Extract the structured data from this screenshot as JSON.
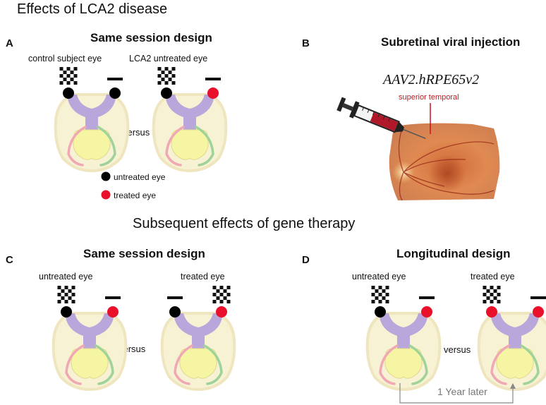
{
  "titles": {
    "top": "Effects of LCA2 disease",
    "middle": "Subsequent effects of gene therapy"
  },
  "panels": {
    "a": {
      "letter": "A",
      "title": "Same session design",
      "left_label": "control subject eye",
      "right_label": "LCA2 untreated eye",
      "versus": "versus"
    },
    "b": {
      "letter": "B",
      "title": "Subretinal viral injection",
      "drug": "AAV2.hRPE65v2",
      "site": "superior temporal"
    },
    "c": {
      "letter": "C",
      "title": "Same session design",
      "left_label": "untreated eye",
      "right_label": "treated eye",
      "versus": "versus"
    },
    "d": {
      "letter": "D",
      "title": "Longitudinal design",
      "left_label": "untreated eye",
      "right_label": "treated eye",
      "versus": "versus",
      "timeline": "1 Year later"
    }
  },
  "legend": {
    "untreated": "untreated eye",
    "treated": "treated eye"
  },
  "colors": {
    "untreated": "#000000",
    "treated": "#e8102a",
    "brain_outline": "#efe6c0",
    "brain_fill": "#f8f2d4",
    "optic": "#b9a7dc",
    "cortex": "#f6f5a4",
    "left_pathway": "#f0a8b4",
    "right_pathway": "#9fd39a"
  },
  "icons": [
    "checkerboard-stimulus-icon",
    "eye-patch-icon",
    "syringe-icon",
    "retina-fundus-image"
  ]
}
